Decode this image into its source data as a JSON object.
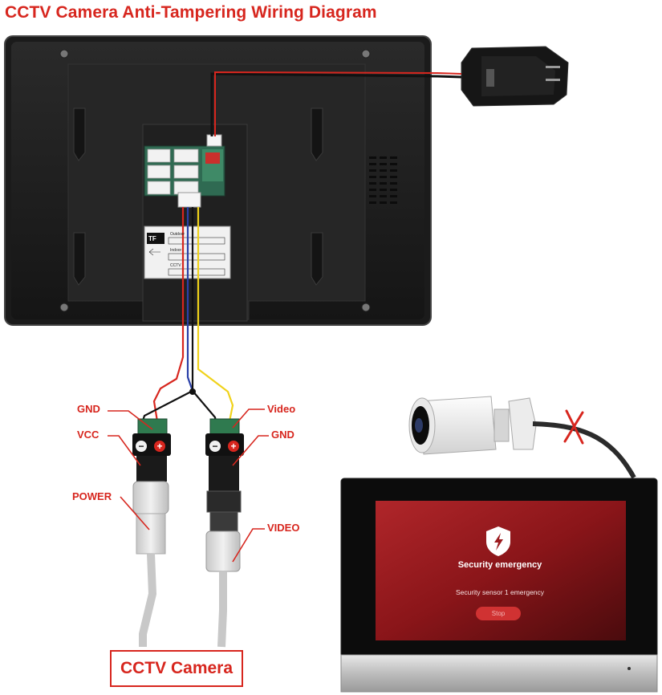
{
  "title": "CCTV Camera Anti-Tampering Wiring Diagram",
  "labels": {
    "gnd_left": "GND",
    "vcc": "VCC",
    "power": "POWER",
    "video_top": "Video",
    "gnd_right": "GND",
    "video_bottom": "VIDEO"
  },
  "camera_box": "CCTV Camera",
  "terminal_label": {
    "outdoor": "Outdoor",
    "indoor": "Indoor",
    "cctv": "CCTV",
    "tf_logo": "TF"
  },
  "monitor_screen": {
    "alarm_title": "Security emergency",
    "alarm_message": "Security sensor 1 emergency",
    "stop_button": "Stop"
  },
  "colors": {
    "label_red": "#d7261e",
    "wire_red": "#d7261e",
    "wire_yellow": "#f0d21a",
    "wire_blue": "#2a3fa8",
    "wire_black": "#111111",
    "screen_red": "#9c1b1f",
    "connector_green": "#2f7a4f"
  },
  "icons": [
    "shield-alert-icon",
    "cut-cross-icon",
    "plug-adapter-icon"
  ]
}
